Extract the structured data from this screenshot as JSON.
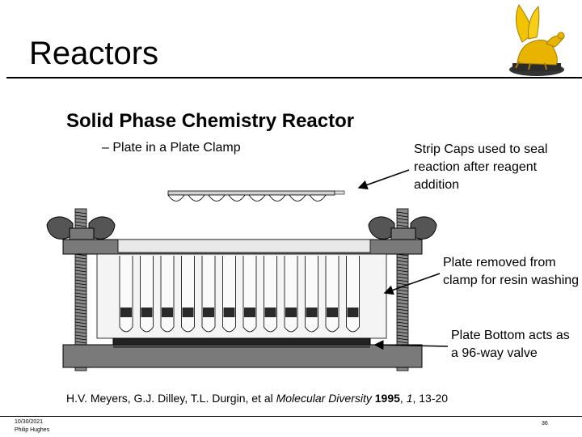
{
  "slide": {
    "title": "Reactors",
    "subtitle": "Solid Phase Chemistry Reactor",
    "bullet": "– Plate in a Plate Clamp",
    "callouts": {
      "strip_caps": "Strip Caps used to seal reaction after reagent addition",
      "plate_removed": "Plate removed from clamp for resin washing",
      "plate_bottom": "Plate Bottom acts as a 96-way valve"
    },
    "citation": {
      "authors": "H.V. Meyers, G.J. Dilley, T.L. Durgin, et al ",
      "journal": "Molecular Diversity",
      "year": "1995",
      "sep1": ", ",
      "volume": "1",
      "pages": ", 13-20"
    },
    "footer": {
      "date": "10/30/2021",
      "author": "Philip Hughes",
      "page": "36"
    }
  },
  "colors": {
    "text": "#000000",
    "clamp_gray": "#7a7a7a",
    "plate_light": "#e4e4e4",
    "logo_gold": "#e8b400",
    "resin": "#2a2a2a"
  },
  "icons": {
    "logo": "winged-griffin-logo"
  }
}
